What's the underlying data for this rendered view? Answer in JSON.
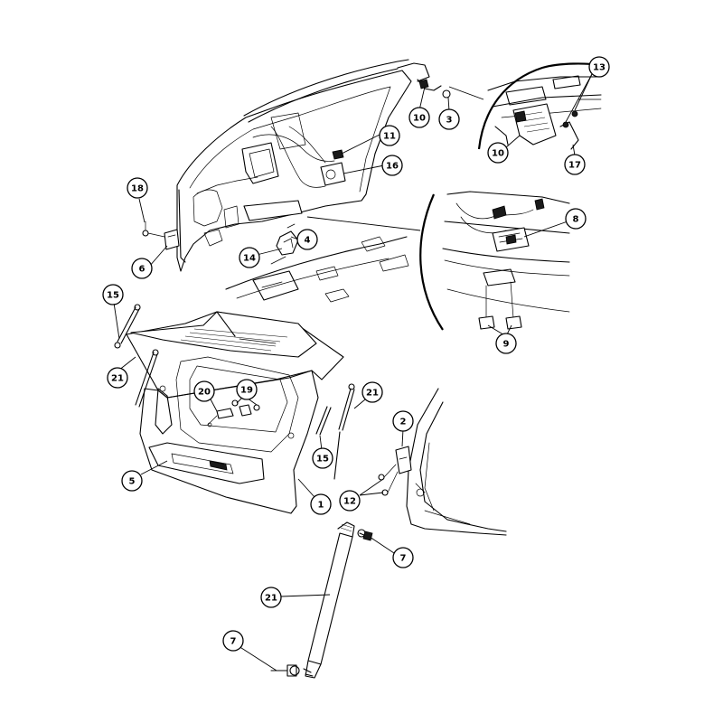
{
  "callouts": [
    {
      "id": "c1",
      "label": "1"
    },
    {
      "id": "c2",
      "label": "2"
    },
    {
      "id": "c3",
      "label": "3"
    },
    {
      "id": "c4",
      "label": "4"
    },
    {
      "id": "c5",
      "label": "5"
    },
    {
      "id": "c6",
      "label": "6"
    },
    {
      "id": "c7a",
      "label": "7"
    },
    {
      "id": "c7b",
      "label": "7"
    },
    {
      "id": "c8",
      "label": "8"
    },
    {
      "id": "c9",
      "label": "9"
    },
    {
      "id": "c10a",
      "label": "10"
    },
    {
      "id": "c10b",
      "label": "10"
    },
    {
      "id": "c11",
      "label": "11"
    },
    {
      "id": "c12",
      "label": "12"
    },
    {
      "id": "c13",
      "label": "13"
    },
    {
      "id": "c14",
      "label": "14"
    },
    {
      "id": "c15a",
      "label": "15"
    },
    {
      "id": "c15b",
      "label": "15"
    },
    {
      "id": "c16",
      "label": "16"
    },
    {
      "id": "c17",
      "label": "17"
    },
    {
      "id": "c18",
      "label": "18"
    },
    {
      "id": "c19",
      "label": "19"
    },
    {
      "id": "c20",
      "label": "20"
    },
    {
      "id": "c21a",
      "label": "21"
    },
    {
      "id": "c21b",
      "label": "21"
    },
    {
      "id": "c21c",
      "label": "21"
    }
  ]
}
